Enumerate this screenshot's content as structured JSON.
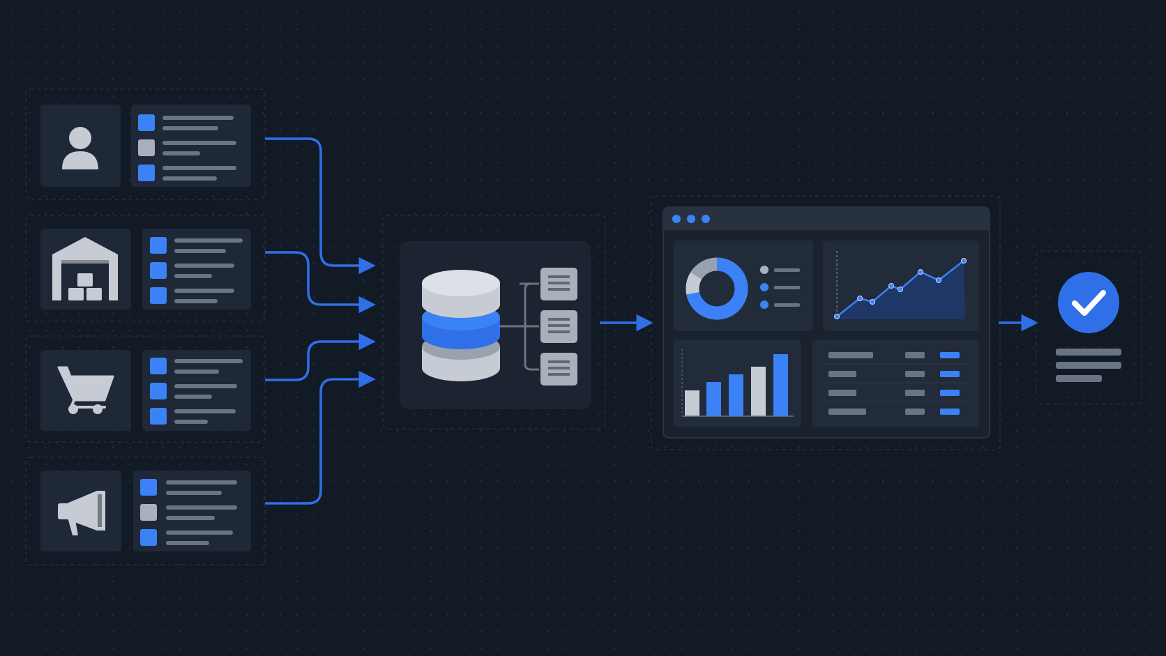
{
  "colors": {
    "background": "#121a26",
    "panel": "#1b2330",
    "panel_light": "#232c3a",
    "accent_blue": "#2f6fe8",
    "bright_blue": "#3b82f6",
    "gray": "#a9b0bb",
    "line_gray": "#6b7483",
    "dashed_border": "#2e3848"
  },
  "sources": [
    {
      "icon": "person-icon",
      "row_markers": [
        "blue",
        "gray",
        "blue"
      ]
    },
    {
      "icon": "warehouse-icon",
      "row_markers": [
        "blue",
        "blue",
        "blue"
      ]
    },
    {
      "icon": "shopping-cart-icon",
      "row_markers": [
        "blue",
        "blue",
        "blue"
      ]
    },
    {
      "icon": "megaphone-icon",
      "row_markers": [
        "blue",
        "gray",
        "blue"
      ]
    }
  ],
  "hub": {
    "icon": "database-icon",
    "outputs": [
      "document-icon",
      "document-icon",
      "document-icon"
    ]
  },
  "dashboard": {
    "window_dots": 3,
    "donut_chart": {
      "segments": [
        0.72,
        0.28
      ],
      "legend_items": 3
    },
    "line_chart": {
      "values": [
        1,
        3,
        2,
        4,
        3,
        5,
        4,
        6
      ]
    },
    "bar_chart": {
      "values": [
        3,
        4,
        5,
        6,
        7
      ],
      "highlighted": [
        false,
        true,
        true,
        false,
        true
      ]
    },
    "table_rows": 4
  },
  "result": {
    "icon": "checkmark-icon",
    "text_lines": 3
  }
}
